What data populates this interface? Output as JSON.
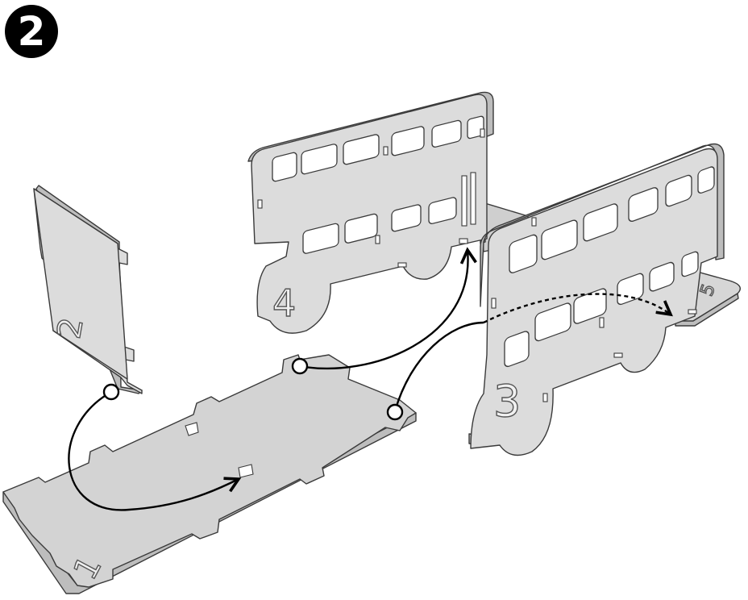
{
  "step": {
    "number": "2"
  },
  "parts": {
    "base": {
      "label": "1"
    },
    "end_panel": {
      "label": "2"
    },
    "front_side": {
      "label": "3"
    },
    "back_side": {
      "label": "4"
    },
    "small_end": {
      "label": "5"
    }
  },
  "colors": {
    "panel_face": "#dcdcdc",
    "panel_light": "#eaeaea",
    "panel_dark": "#bdbdbd",
    "outline": "#3a3a3a",
    "arrow": "#000000"
  }
}
